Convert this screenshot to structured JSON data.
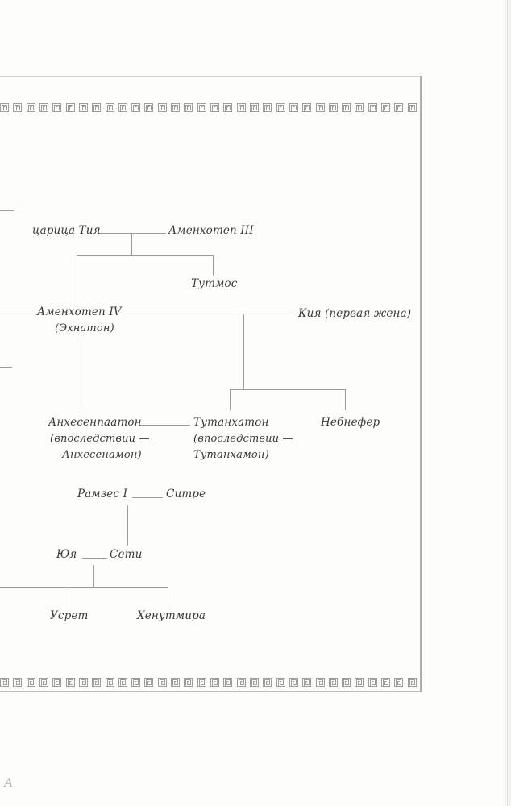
{
  "page": {
    "background": "#fdfdfc",
    "line_color": "#9c9c9c",
    "text_color": "#3a3a3a"
  },
  "ornament": {
    "tile_count": 32,
    "color": "#9e9e9e"
  },
  "tree": {
    "tiya": "царица Тия",
    "amenhotep3": "Аменхотеп III",
    "thutmose": "Тутмос",
    "amenhotep4": "Аменхотеп IV",
    "amenhotep4_sub": "(Эхнатон)",
    "kiya": "Кия (первая жена)",
    "ankhesenpaaton": "Анхесенпаатон",
    "ankhesenpaaton_sub1": "(впоследствии —",
    "ankhesenpaaton_sub2": "Анхесенамон)",
    "tutankhaton": "Тутанхатон",
    "tutankhaton_sub1": "(впоследствии —",
    "tutankhaton_sub2": "Тутанхамон)",
    "nebnefer": "Небнефер",
    "ramses1": "Рамзес I",
    "sitre": "Ситре",
    "yuya": "Юя",
    "seti": "Сети",
    "usret": "Усрет",
    "henutmira": "Хенутмира"
  },
  "corner_mark": "А"
}
